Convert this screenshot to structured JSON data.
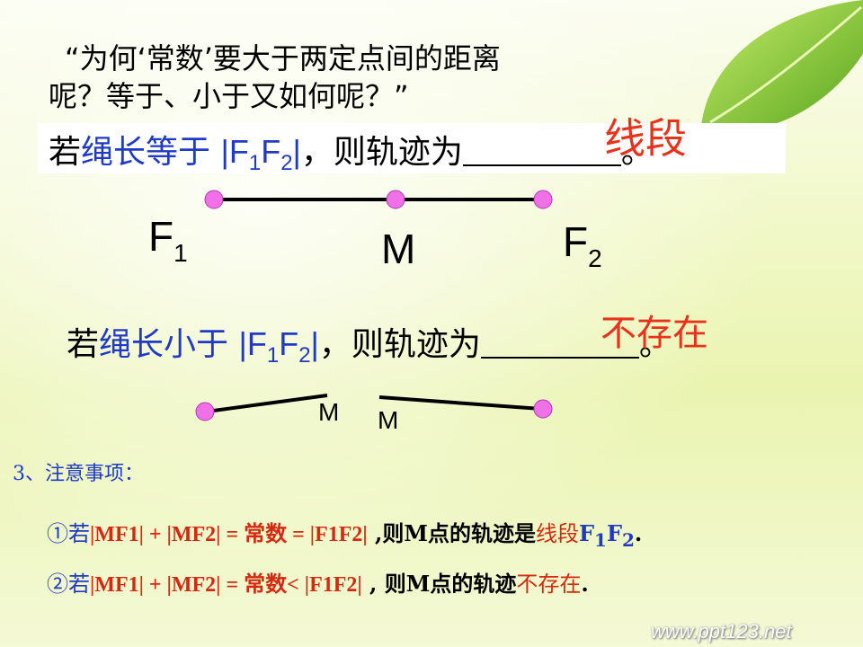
{
  "question": {
    "line1": "“为何‘常数’要大于两定点间的距离",
    "line2": "呢？等于、小于又如何呢？”"
  },
  "case_equal": {
    "prefix": "若",
    "highlight": "绳长等于",
    "abs": "|F",
    "sub1": "1",
    "mid": "F",
    "sub2": "2",
    "abs_end": "|",
    "suffix": "，则轨迹为",
    "end": "。",
    "answer": "线段"
  },
  "diagram1": {
    "label_f1": "F",
    "label_f1_sub": "1",
    "label_m": "M",
    "label_f2": "F",
    "label_f2_sub": "2"
  },
  "case_less": {
    "prefix": "若",
    "highlight": "绳长小于",
    "abs": "|F",
    "sub1": "1",
    "mid": "F",
    "sub2": "2",
    "abs_end": "|",
    "suffix": "，则轨迹为",
    "end": "。",
    "answer": "不存在"
  },
  "diagram2": {
    "label_m_left": "M",
    "label_m_right": "M"
  },
  "notes": {
    "heading": "3、注意事项：",
    "item1": {
      "marker": "①若",
      "formula": "|MF1| + |MF2| = 常数 = |F1F2|",
      "text": " ,则M点的轨迹是",
      "result": "线段",
      "segment": "F",
      "seg_sub1": "1",
      "segment2": "F",
      "seg_sub2": "2",
      "end": "."
    },
    "item2": {
      "marker": "②若",
      "formula": "|MF1| + |MF2| = 常数< |F1F2|",
      "text": " , 则M点的轨迹",
      "result": "不存在",
      "end": "."
    }
  },
  "watermark": "www.ppt123.net",
  "colors": {
    "point": "#f070e8",
    "answer_red": "#e8331c",
    "blue": "#1f3bc6",
    "leaf": "#7fc23a"
  }
}
